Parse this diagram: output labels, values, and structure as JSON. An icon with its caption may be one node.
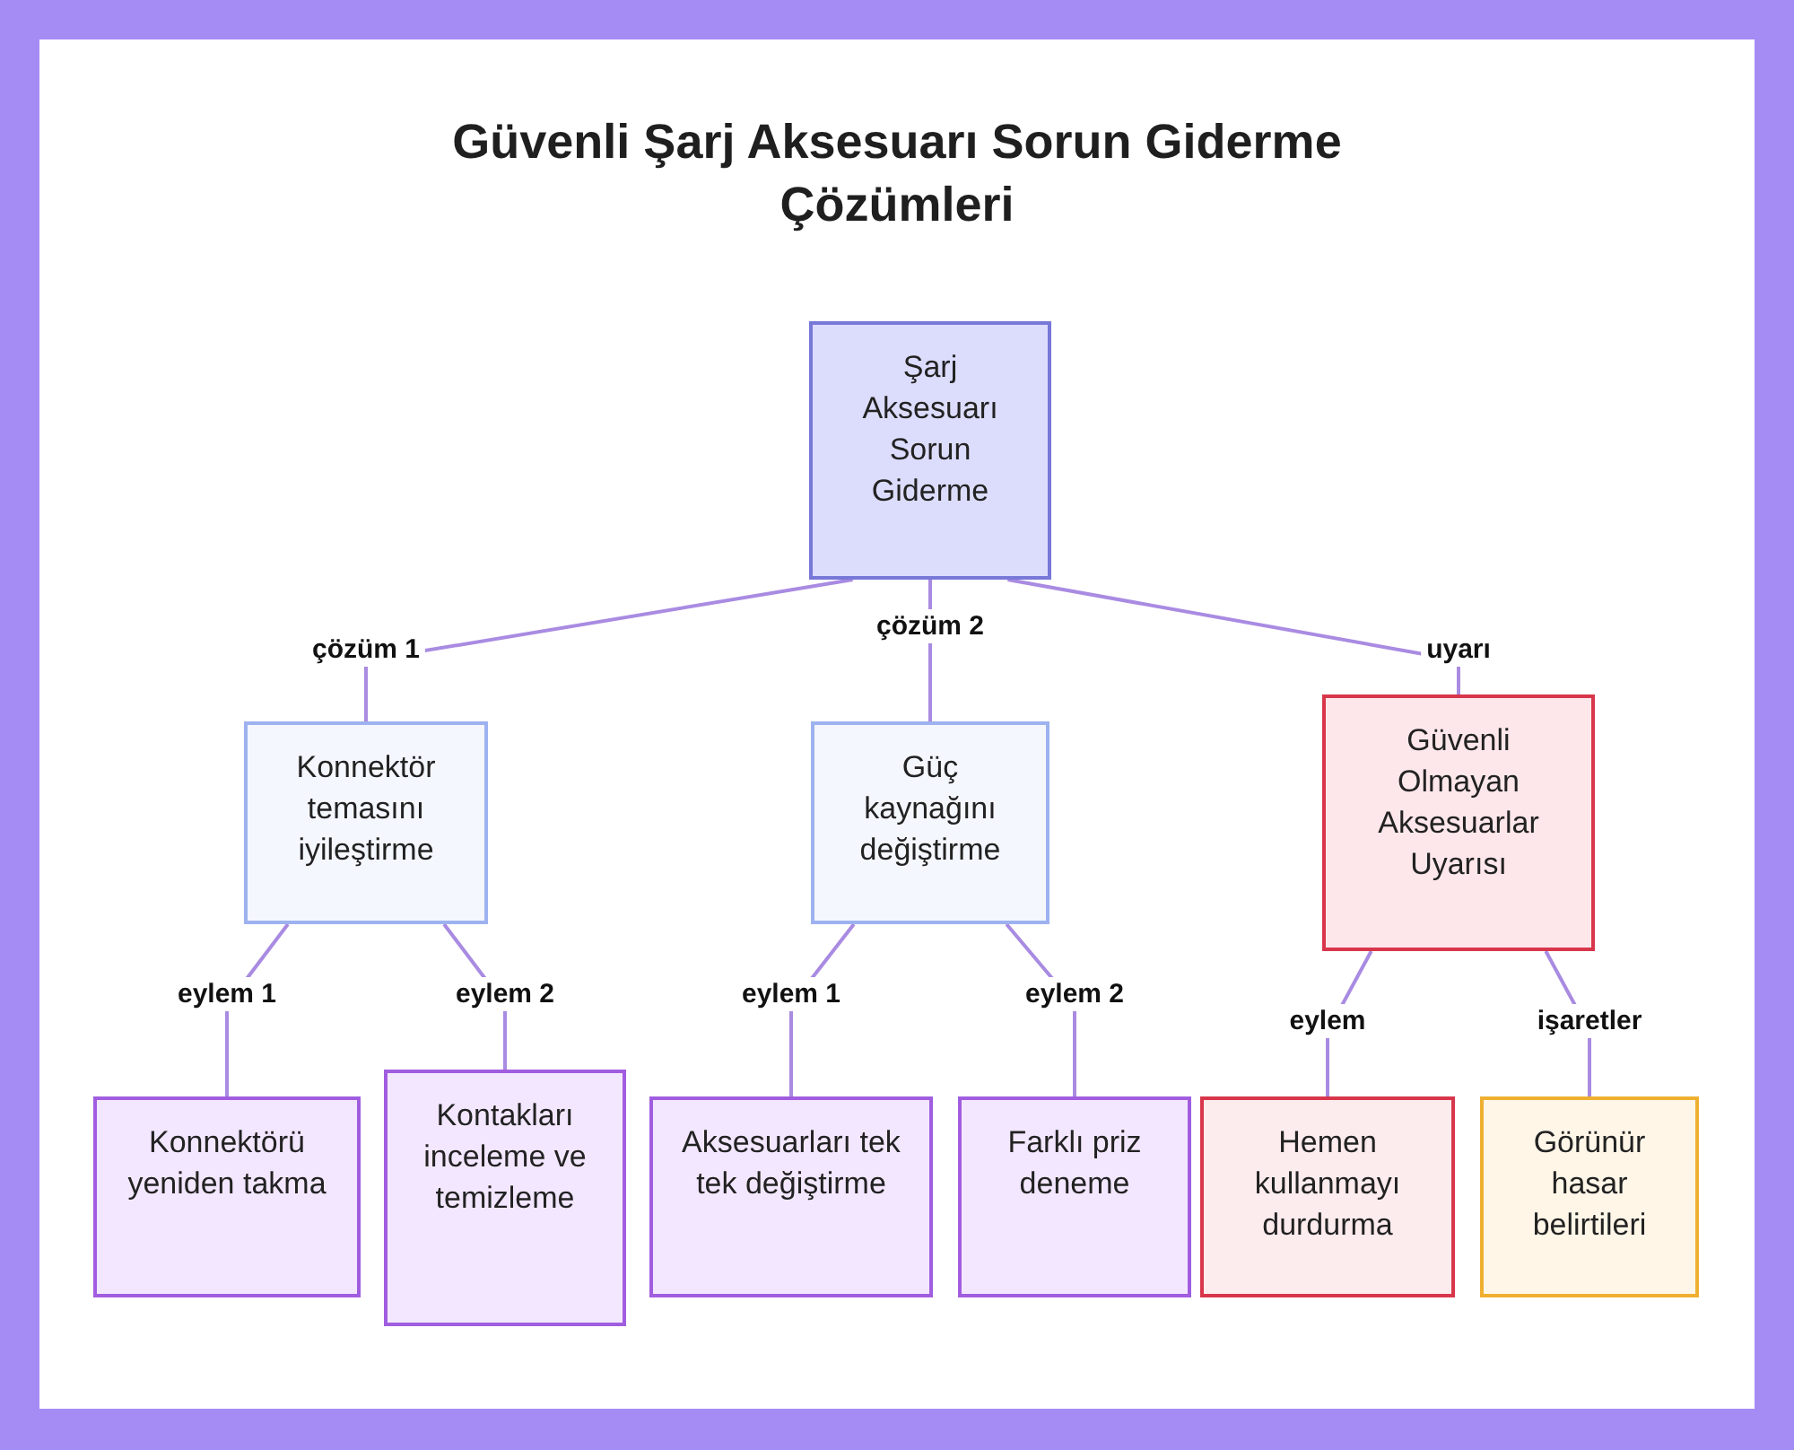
{
  "diagram": {
    "title": "Güvenli Şarj Aksesuarı Sorun Giderme Çözümleri",
    "nodes": [
      {
        "text": [
          "Şarj Aksesuarı Sorun Giderme"
        ]
      },
      {
        "text": [
          "Konnektör temasını iyileştirme"
        ]
      },
      {
        "text": [
          "Güç kaynağını değiştirme"
        ]
      },
      {
        "text": [
          "Güvenli Olmayan Aksesuarlar Uyarısı"
        ]
      },
      {
        "text": [
          "Konnektörü yeniden takma"
        ]
      },
      {
        "text": [
          "Kontakları inceleme ve temizleme"
        ]
      },
      {
        "text": [
          "Aksesuarları tek tek değiştirme"
        ]
      },
      {
        "text": [
          "Farklı priz deneme"
        ]
      },
      {
        "text": [
          "Hemen kullanmayı durdurma"
        ]
      },
      {
        "text": [
          "Görünür hasar belirtileri"
        ]
      }
    ],
    "edges": [
      {
        "from": 0,
        "to": 1,
        "arrow": "none",
        "label": "çözüm 1"
      },
      {
        "from": 0,
        "to": 2,
        "arrow": "none",
        "label": "çözüm 2"
      },
      {
        "from": 0,
        "to": 3,
        "arrow": "none",
        "label": "uyarı"
      },
      {
        "from": 1,
        "to": 4,
        "arrow": "none",
        "label": "eylem 1"
      },
      {
        "from": 1,
        "to": 5,
        "arrow": "none",
        "label": "eylem 2"
      },
      {
        "from": 2,
        "to": 6,
        "arrow": "none",
        "label": "eylem 1"
      },
      {
        "from": 2,
        "to": 7,
        "arrow": "none",
        "label": "eylem 2"
      },
      {
        "from": 3,
        "to": 8,
        "arrow": "none",
        "label": "eylem"
      },
      {
        "from": 3,
        "to": 9,
        "arrow": "none",
        "label": "işaretler"
      }
    ]
  }
}
